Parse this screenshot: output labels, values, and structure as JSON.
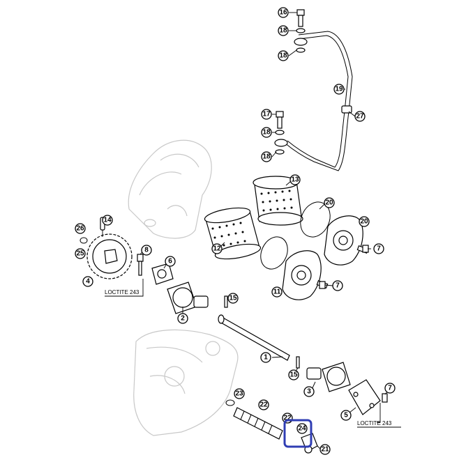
{
  "labels": {
    "l16": "16",
    "l18a": "18",
    "l18b": "18",
    "l19": "19",
    "l27": "27",
    "l17": "17",
    "l18c": "18",
    "l18d": "18",
    "l13": "13",
    "l20a": "20",
    "l12": "12",
    "l20b": "20",
    "l14": "14",
    "l26": "26",
    "l25": "25",
    "l4": "4",
    "l8": "8",
    "l6": "6",
    "l7a": "7",
    "l7b": "7",
    "l11": "11",
    "l15a": "15",
    "l2": "2",
    "l1": "1",
    "l15b": "15",
    "l3": "3",
    "l7c": "7",
    "l5": "5",
    "l23": "23",
    "l22": "22",
    "l22b": "22",
    "l24": "24",
    "l21": "21"
  },
  "notes": {
    "loctite_left": "LOCTITE 243",
    "loctite_right": "LOCTITE 243"
  },
  "colors": {
    "highlight": "#2f3db3",
    "ghost": "#c8c8c8"
  }
}
